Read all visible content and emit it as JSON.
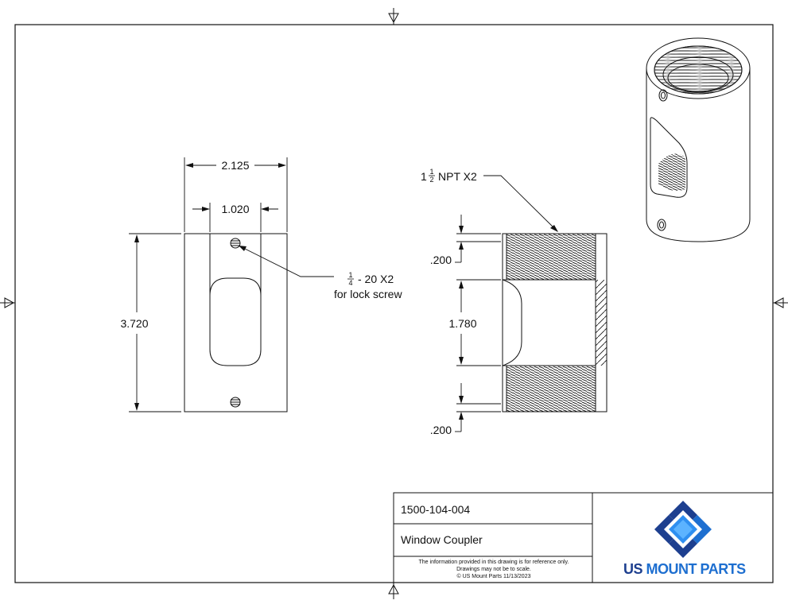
{
  "dimensions": {
    "width_overall": "2.125",
    "width_slot": "1.020",
    "height_overall": "3.720",
    "thread_callout_whole": "1",
    "thread_callout_num": "1",
    "thread_callout_den": "2",
    "thread_callout_rest": "NPT X2",
    "screw_callout_num": "1",
    "screw_callout_den": "4",
    "screw_callout_rest": "- 20 X2",
    "screw_callout_line2": "for lock screw",
    "thread_top": ".200",
    "middle": "1.780",
    "thread_bottom": ".200"
  },
  "title_block": {
    "part_number": "1500-104-004",
    "part_name": "Window Coupler",
    "note_line1": "The information provided in this drawing is for reference only.",
    "note_line2": "Drawings may not be to scale.",
    "note_line3": "© US Mount Parts 11/13/2023",
    "logo_word1": "US",
    "logo_word2": "MOUNT PARTS"
  },
  "colors": {
    "line": "#111111",
    "logo_dark": "#1d3f8f",
    "logo_light": "#1e6fd0"
  }
}
